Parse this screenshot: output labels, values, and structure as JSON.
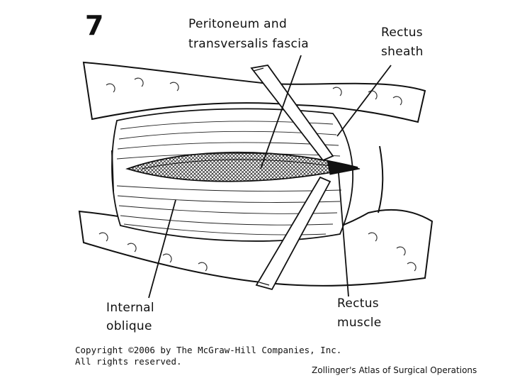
{
  "figure_number": "7",
  "labels": {
    "peritoneum_line1": "Peritoneum  and",
    "peritoneum_line2": "transversalis  fascia",
    "rectus_sheath_line1": "Rectus",
    "rectus_sheath_line2": "sheath",
    "internal_oblique_line1": "Internal",
    "internal_oblique_line2": "oblique",
    "rectus_muscle_line1": "Rectus",
    "rectus_muscle_line2": "muscle"
  },
  "copyright": {
    "line1": "Copyright ©2006 by The McGraw-Hill Companies, Inc.",
    "line2": "All rights reserved."
  },
  "source": "Zollinger's Atlas of Surgical Operations"
}
